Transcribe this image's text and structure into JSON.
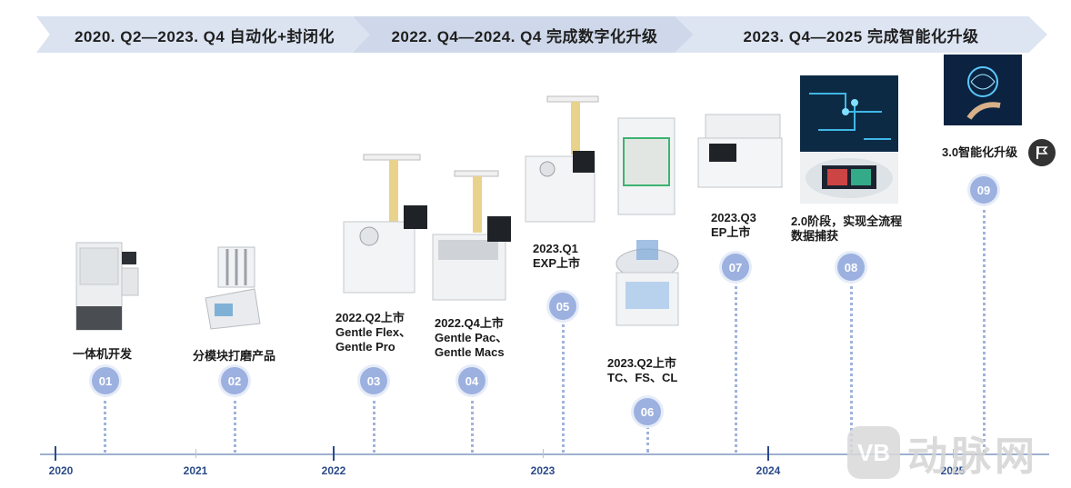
{
  "phases": [
    "2020. Q2—2023. Q4  自动化+封闭化",
    "2022. Q4—2024. Q4  完成数字化升级",
    "2023. Q4—2025  完成智能化升级"
  ],
  "years": [
    "2020",
    "2021",
    "2022",
    "2023",
    "2024",
    "2025"
  ],
  "milestones": [
    {
      "num": "01",
      "label": [
        "一体机开发"
      ]
    },
    {
      "num": "02",
      "label": [
        "分模块打磨产品"
      ]
    },
    {
      "num": "03",
      "label": [
        "2022.Q2上市",
        "Gentle Flex、",
        "Gentle Pro"
      ]
    },
    {
      "num": "04",
      "label": [
        "2022.Q4上市",
        "Gentle Pac、",
        "Gentle Macs"
      ]
    },
    {
      "num": "05",
      "label": [
        "2023.Q1",
        "EXP上市"
      ]
    },
    {
      "num": "06",
      "label": [
        "2023.Q2上市",
        "TC、FS、CL"
      ]
    },
    {
      "num": "07",
      "label": [
        "2023.Q3",
        "EP上市"
      ]
    },
    {
      "num": "08",
      "label": [
        "2.0阶段，实现全流程",
        "数据捕获"
      ]
    },
    {
      "num": "09",
      "label": [
        "3.0智能化升级"
      ]
    }
  ],
  "watermark": {
    "logo": "VB",
    "text": "动脉网"
  },
  "icons": [
    "flag-icon"
  ]
}
